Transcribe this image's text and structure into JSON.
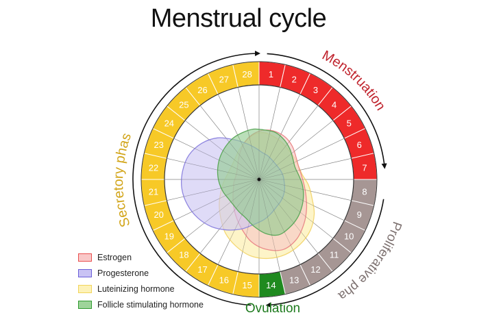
{
  "title": "Menstrual cycle",
  "days": [
    "1",
    "2",
    "3",
    "4",
    "5",
    "6",
    "7",
    "8",
    "9",
    "10",
    "11",
    "12",
    "13",
    "14",
    "15",
    "16",
    "17",
    "18",
    "19",
    "20",
    "21",
    "22",
    "23",
    "24",
    "25",
    "26",
    "27",
    "28"
  ],
  "day_phase": [
    "menstruation",
    "menstruation",
    "menstruation",
    "menstruation",
    "menstruation",
    "menstruation",
    "menstruation",
    "proliferative",
    "proliferative",
    "proliferative",
    "proliferative",
    "proliferative",
    "proliferative",
    "ovulation",
    "secretory",
    "secretory",
    "secretory",
    "secretory",
    "secretory",
    "secretory",
    "secretory",
    "secretory",
    "secretory",
    "secretory",
    "secretory",
    "secretory",
    "secretory",
    "secretory"
  ],
  "phases": {
    "menstruation": {
      "label": "Menstruation",
      "color": "#ee2a2a",
      "text_color": "#c0232d"
    },
    "proliferative": {
      "label": "Proliferative phase",
      "color": "#a69694",
      "text_color": "#7d7170"
    },
    "ovulation": {
      "label": "Ovulation",
      "color": "#1f8a1f",
      "text_color": "#1d7a1d"
    },
    "secretory": {
      "label": "Secretory phase",
      "color": "#f7c927",
      "text_color": "#d2a51a"
    }
  },
  "hormones": [
    {
      "key": "lh",
      "label": "Luteinizing hormone",
      "fill": "#fbeea6",
      "stroke": "#f3d774",
      "levels": [
        0.52,
        0.5,
        0.48,
        0.46,
        0.46,
        0.46,
        0.48,
        0.55,
        0.62,
        0.72,
        0.8,
        0.85,
        0.88,
        0.88,
        0.85,
        0.78,
        0.7,
        0.6,
        0.52,
        0.45,
        0.4,
        0.36,
        0.34,
        0.34,
        0.36,
        0.4,
        0.45,
        0.5
      ]
    },
    {
      "key": "estrogen",
      "label": "Estrogen",
      "fill": "#f7c6c6",
      "stroke": "#ea8a8a",
      "levels": [
        0.55,
        0.56,
        0.55,
        0.52,
        0.48,
        0.46,
        0.47,
        0.5,
        0.55,
        0.62,
        0.7,
        0.78,
        0.82,
        0.78,
        0.7,
        0.58,
        0.48,
        0.4,
        0.34,
        0.3,
        0.28,
        0.26,
        0.26,
        0.28,
        0.32,
        0.38,
        0.45,
        0.51
      ]
    },
    {
      "key": "progesterone",
      "label": "Progesterone",
      "fill": "#cbc5f2",
      "stroke": "#8f86e0",
      "levels": [
        0.3,
        0.28,
        0.26,
        0.25,
        0.25,
        0.26,
        0.27,
        0.28,
        0.3,
        0.32,
        0.34,
        0.36,
        0.4,
        0.45,
        0.5,
        0.58,
        0.66,
        0.74,
        0.8,
        0.84,
        0.86,
        0.85,
        0.82,
        0.75,
        0.65,
        0.52,
        0.42,
        0.35
      ]
    },
    {
      "key": "fsh",
      "label": "Follicle stimulating hormone",
      "fill": "#90cc8e",
      "stroke": "#5da85b",
      "levels": [
        0.55,
        0.55,
        0.52,
        0.48,
        0.44,
        0.42,
        0.44,
        0.48,
        0.52,
        0.56,
        0.6,
        0.63,
        0.65,
        0.6,
        0.52,
        0.45,
        0.42,
        0.4,
        0.4,
        0.42,
        0.44,
        0.46,
        0.48,
        0.5,
        0.52,
        0.54,
        0.55,
        0.56
      ]
    }
  ],
  "legend": [
    {
      "label": "Estrogen",
      "fill": "#f9c8c8",
      "stroke": "#e94e4e"
    },
    {
      "label": "Progesterone",
      "fill": "#c9c3f4",
      "stroke": "#6a5ed8"
    },
    {
      "label": "Luteinizing hormone",
      "fill": "#fdf2b8",
      "stroke": "#f1d45a"
    },
    {
      "label": "Follicle stimulating hormone",
      "fill": "#9ed49a",
      "stroke": "#2f9a2f"
    }
  ]
}
